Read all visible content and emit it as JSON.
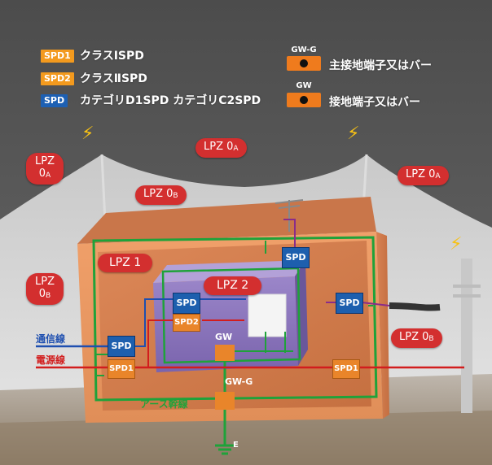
{
  "legend": {
    "items": [
      {
        "badge": "SPD1",
        "text": "クラスⅠSPD"
      },
      {
        "badge": "SPD2",
        "text": "クラスⅡSPD"
      },
      {
        "badge": "SPD",
        "text": "カテゴリD1SPD カテゴリC2SPD"
      }
    ],
    "grounds": [
      {
        "caption": "GW-G",
        "text": "主接地端子又はバー"
      },
      {
        "caption": "GW",
        "text": "接地端子又はバー"
      }
    ]
  },
  "zones": {
    "lpz0a_top": {
      "main": "LPZ 0",
      "sub": "A"
    },
    "lpz0a_left_l1": "LPZ",
    "lpz0a_left_main": "0",
    "lpz0a_left_sub": "A",
    "lpz0a_right": {
      "main": "LPZ 0",
      "sub": "A"
    },
    "lpz0b_roof": {
      "main": "LPZ 0",
      "sub": "B"
    },
    "lpz0b_left_l1": "LPZ",
    "lpz0b_left_main": "0",
    "lpz0b_left_sub": "B",
    "lpz0b_right": {
      "main": "LPZ 0",
      "sub": "B"
    },
    "lpz1": "LPZ 1",
    "lpz2": "LPZ 2"
  },
  "devices": {
    "spd_roof": "SPD",
    "spd_inner": "SPD",
    "spd_right": "SPD",
    "spd_comm": "SPD",
    "spd2": "SPD2",
    "spd1": "SPD1",
    "spd1_right": "SPD1"
  },
  "labels": {
    "gw": "GW",
    "gwg": "GW-G",
    "comm_line": "通信線",
    "power_line": "電源線",
    "earth_trunk": "アース幹線",
    "earth": "E"
  },
  "colors": {
    "lpz_badge": "#d32f2f",
    "spd_blue": "#1d5fae",
    "spd_orange": "#f39a1e",
    "zone_line": "#1fa23a",
    "power": "#d21d1d",
    "comm": "#1e4fb0"
  }
}
